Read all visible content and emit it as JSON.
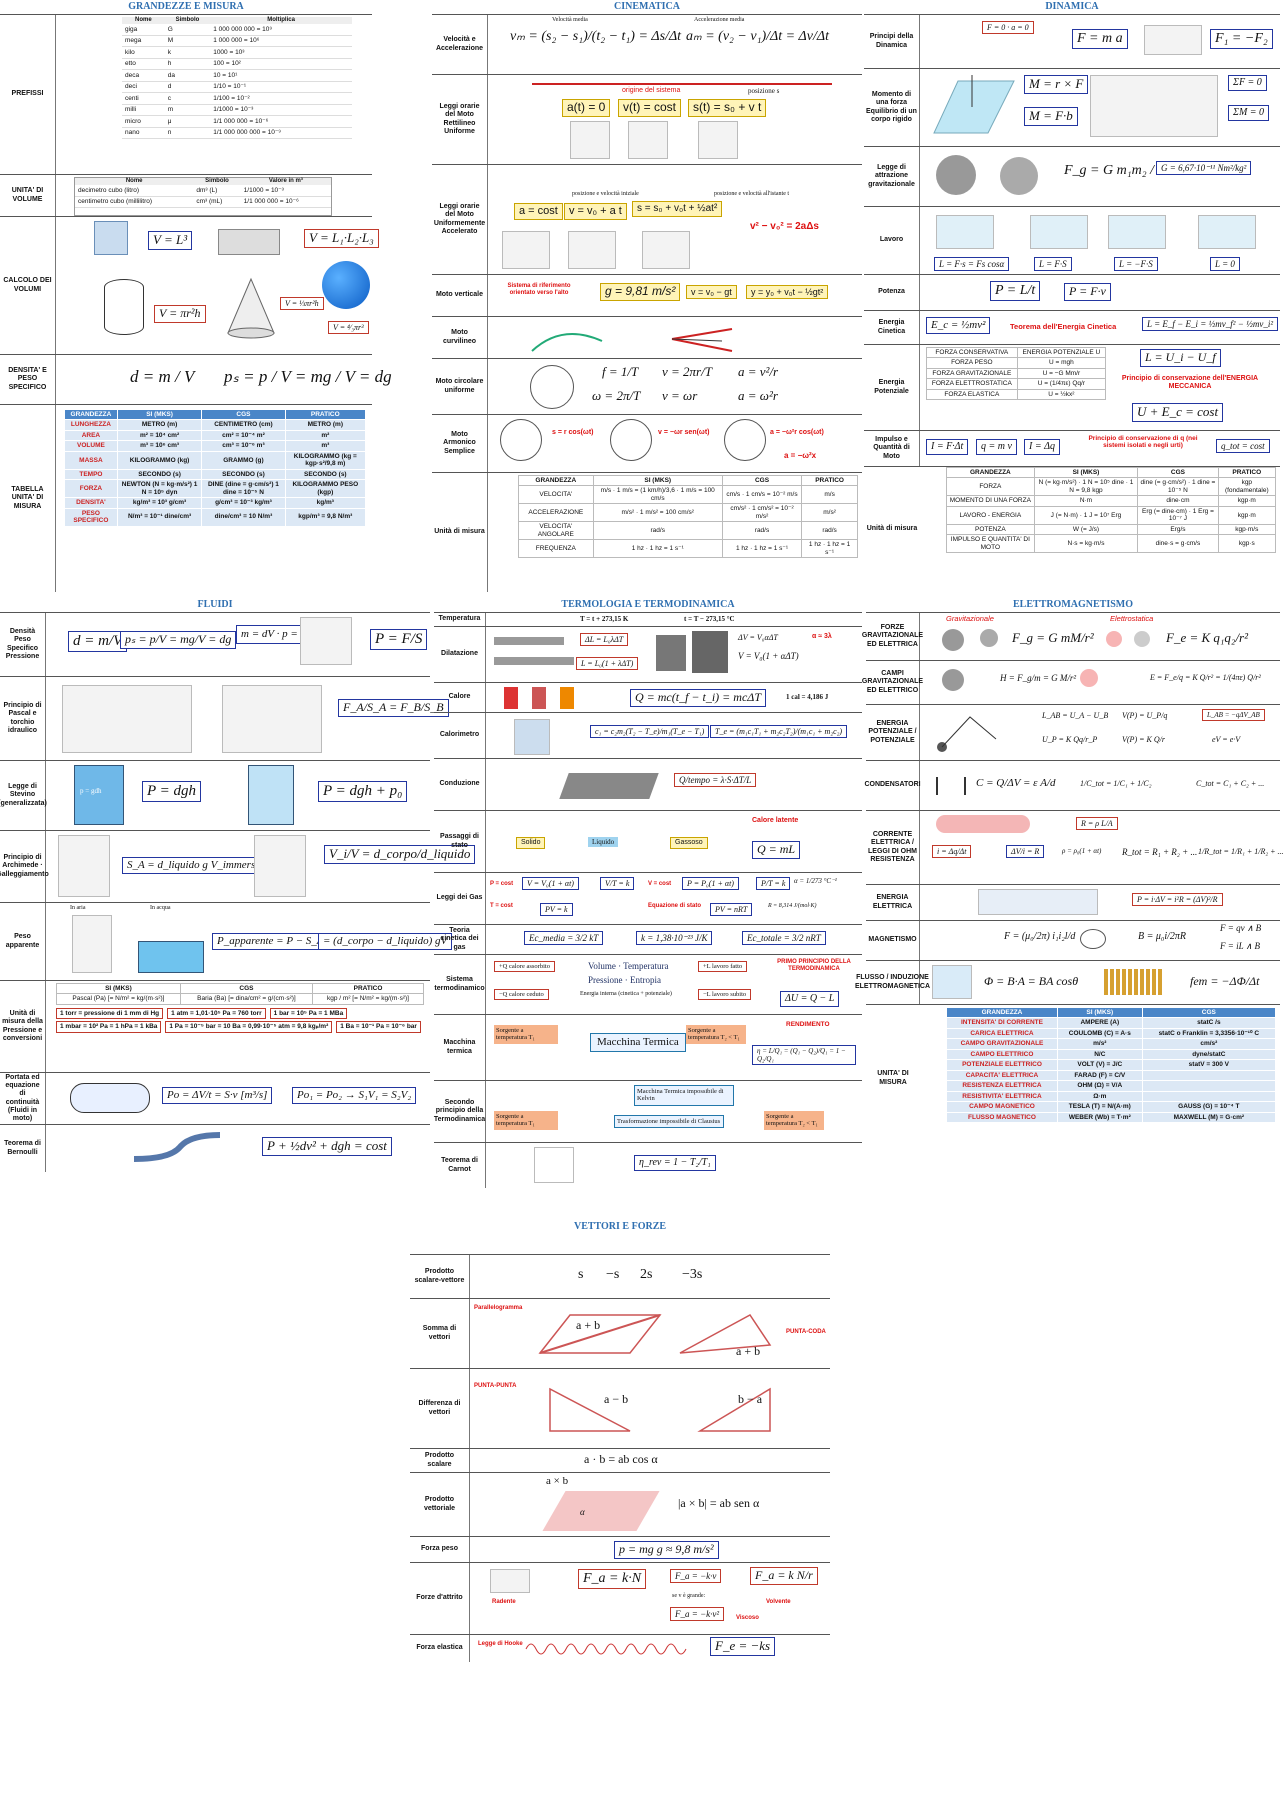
{
  "colors": {
    "title_blue": "#2f6fb0",
    "box_blue": "#2336a0",
    "highlight_red": "#d11",
    "table_header": "#4a86c8"
  },
  "grandezze": {
    "title": "GRANDEZZE E MISURA",
    "prefissi_label": "PREFISSI",
    "prefissi_headers": [
      "Nome",
      "Simbolo",
      "Moltiplica"
    ],
    "prefissi": [
      [
        "giga",
        "G",
        "1 000 000 000 = 10⁹"
      ],
      [
        "mega",
        "M",
        "1 000 000 = 10⁶"
      ],
      [
        "kilo",
        "k",
        "1000 = 10³"
      ],
      [
        "etto",
        "h",
        "100 = 10²"
      ],
      [
        "deca",
        "da",
        "10 = 10¹"
      ],
      [
        "deci",
        "d",
        "1/10 = 10⁻¹"
      ],
      [
        "centi",
        "c",
        "1/100 = 10⁻²"
      ],
      [
        "milli",
        "m",
        "1/1000 = 10⁻³"
      ],
      [
        "micro",
        "μ",
        "1/1 000 000 = 10⁻⁶"
      ],
      [
        "nano",
        "n",
        "1/1 000 000 000 = 10⁻⁹"
      ]
    ],
    "volume_label": "UNITA' DI VOLUME",
    "volume_headers": [
      "Nome",
      "Simbolo",
      "Valore in m³"
    ],
    "volume": [
      [
        "decimetro cubo (litro)",
        "dm³ (L)",
        "1/1000 = 10⁻³"
      ],
      [
        "centimetro cubo (millilitro)",
        "cm³ (mL)",
        "1/1 000 000 = 10⁻⁶"
      ]
    ],
    "calcolo_label": "CALCOLO DEI VOLUMI",
    "f_cube": "V = L³",
    "f_box": "V = L₁·L₂·L₃",
    "f_cyl": "V = πr²h",
    "f_cone": "V = ⅓πr²h",
    "f_sphere": "V = ⁴⁄₃πr³",
    "densita_label": "DENSITA' E PESO SPECIFICO",
    "f_dens": "d = m / V",
    "f_ps": "pₛ = p / V = mg / V = dg",
    "tabella_label": "TABELLA UNITA' DI MISURA",
    "tab_headers": [
      "GRANDEZZA",
      "SI (MKS)",
      "CGS",
      "PRATICO"
    ],
    "tab_rows": [
      [
        "LUNGHEZZA",
        "METRO (m)",
        "CENTIMETRO (cm)",
        "METRO (m)"
      ],
      [
        "AREA",
        "m² = 10⁴ cm²",
        "cm² = 10⁻⁴ m²",
        "m²"
      ],
      [
        "VOLUME",
        "m³ = 10⁶ cm³",
        "cm³ = 10⁻⁶ m³",
        "m³"
      ],
      [
        "MASSA",
        "KILOGRAMMO (kg)",
        "GRAMMO (g)",
        "KILOGRAMMO (kg = kgp·s²/9,8 m)"
      ],
      [
        "TEMPO",
        "SECONDO (s)",
        "SECONDO (s)",
        "SECONDO (s)"
      ],
      [
        "FORZA",
        "NEWTON (N = kg·m/s²) 1 N = 10⁵ dyn",
        "DINE (dine = g·cm/s²) 1 dine = 10⁻⁵ N",
        "KILOGRAMMO PESO (kgp)"
      ],
      [
        "DENSITA'",
        "kg/m³ = 10³ g/cm³",
        "g/cm³ = 10⁻³ kg/m³",
        "kg/m³"
      ],
      [
        "PESO SPECIFICO",
        "N/m³ = 10⁻¹ dine/cm³",
        "dine/cm³ = 10 N/m³",
        "kgp/m³ = 9,8 N/m³"
      ]
    ]
  },
  "cinematica": {
    "title": "CINEMATICA",
    "rows": [
      "Velocità e Accelerazione",
      "Leggi orarie del Moto Rettilineo Uniforme",
      "Leggi orarie del Moto Uniformemente Accelerato",
      "Moto verticale",
      "Moto curvilineo",
      "Moto circolare uniforme",
      "Moto Armonico Semplice",
      "Unità di misura"
    ],
    "vel_caption": "Velocità media",
    "acc_caption": "Accelerazione media",
    "f_vm": "vₘ = (s₂ − s₁)/(t₂ − t₁) = Δs/Δt",
    "f_am": "aₘ = (v₂ − v₁)/Δt = Δv/Δt",
    "origine": "origine del sistema",
    "posizione": "posizione s",
    "mru": [
      "a(t) = 0",
      "v(t) = cost",
      "s(t) = s₀ + v t"
    ],
    "mua_top": [
      "posizione e velocità iniziale",
      "posizione e velocità all'istante t"
    ],
    "mua": [
      "a = cost",
      "v = v₀ + a t",
      "s = s₀ + v₀t + ½at²"
    ],
    "mua_extra": "v² − v₀² = 2aΔs",
    "vert_note": "Sistema di riferimento orientato verso l'alto",
    "vert": [
      "g = 9,81 m/s²",
      "v = v₀ − gt",
      "y = y₀ + v₀t − ½gt²"
    ],
    "circ": [
      "f = 1/T",
      "v = 2πr/T",
      "a = v²/r",
      "ω = 2π/T",
      "v = ωr",
      "a = ω²r"
    ],
    "arm": [
      "s = r cos(ωt)",
      "v = −ωr sen(ωt)",
      "a = −ω²r cos(ωt)",
      "a = −ω²x"
    ],
    "um_headers": [
      "GRANDEZZA",
      "SI (MKS)",
      "CGS",
      "PRATICO"
    ],
    "um_rows": [
      [
        "VELOCITA'",
        "m/s · 1 m/s = (1 km/h)/3,6 · 1 m/s = 100 cm/s",
        "cm/s · 1 cm/s = 10⁻² m/s",
        "m/s"
      ],
      [
        "ACCELERAZIONE",
        "m/s² · 1 m/s² = 100 cm/s²",
        "cm/s² · 1 cm/s² = 10⁻² m/s²",
        "m/s²"
      ],
      [
        "VELOCITA' ANGOLARE",
        "rad/s",
        "rad/s",
        "rad/s"
      ],
      [
        "FREQUENZA",
        "1 hz · 1 hz = 1 s⁻¹",
        "1 hz · 1 hz = 1 s⁻¹",
        "1 hz · 1 hz = 1 s⁻¹"
      ]
    ]
  },
  "dinamica": {
    "title": "DINAMICA",
    "rows": [
      "Principi della Dinamica",
      "Momento di una forza Equilibrio di un corpo rigido",
      "Legge di attrazione gravitazionale",
      "Lavoro",
      "Potenza",
      "Energia Cinetica",
      "Energia Potenziale",
      "Impulso e Quantità di Moto",
      "Unità di misura"
    ],
    "principi": [
      "F = 0 · a = 0",
      "F = m a",
      "F₁ = −F₂"
    ],
    "momento": [
      "M = r × F",
      "M = F·b",
      "ΣF = 0",
      "ΣM = 0"
    ],
    "grav": [
      "F_g = G m₁m₂ / r²",
      "G = 6,67·10⁻¹¹ Nm²/kg²"
    ],
    "lavoro": [
      "L = F·s = Fs cosα",
      "L = F·S",
      "L = −F·S",
      "L = 0"
    ],
    "potenza": [
      "P = L/t",
      "P = F·v"
    ],
    "cinetica": [
      "E_c = ½mv²",
      "Teorema dell'Energia Cinetica",
      "L = E_f − E_i = ½mv_f² − ½mv_i²"
    ],
    "pot_list": [
      [
        "FORZA CONSERVATIVA",
        "ENERGIA POTENZIALE U"
      ],
      [
        "FORZA PESO",
        "U = mgh"
      ],
      [
        "FORZA GRAVITAZIONALE",
        "U = −G Mm/r"
      ],
      [
        "FORZA ELETTROSTATICA",
        "U = (1/4πε) Qq/r"
      ],
      [
        "FORZA ELASTICA",
        "U = ½kx²"
      ]
    ],
    "pot_eqs": [
      "L = U_i − U_f",
      "Principio di conservazione dell'ENERGIA MECCANICA",
      "U + E_c = cost"
    ],
    "impulso": [
      "I = F·Δt",
      "q = m v",
      "I = Δq",
      "Principio di conservazione di q (nei sistemi isolati e negli urti)",
      "q_tot = cost"
    ],
    "um_headers": [
      "GRANDEZZA",
      "SI (MKS)",
      "CGS",
      "PRATICO"
    ],
    "um_rows": [
      [
        "FORZA",
        "N (= kg·m/s²) · 1 N = 10⁵ dine · 1 N = 9,8 kgp",
        "dine (= g·cm/s²) · 1 dine = 10⁻⁵ N",
        "kgp (fondamentale)"
      ],
      [
        "MOMENTO DI UNA FORZA",
        "N·m",
        "dine·cm",
        "kgp·m"
      ],
      [
        "LAVORO - ENERGIA",
        "J (= N·m) · 1 J = 10⁷ Erg",
        "Erg (= dine·cm) · 1 Erg = 10⁻⁷ J",
        "kgp·m"
      ],
      [
        "POTENZA",
        "W (= J/s)",
        "Erg/s",
        "kgp·m/s"
      ],
      [
        "IMPULSO E QUANTITA' DI MOTO",
        "N·s = kg·m/s",
        "dine·s = g·cm/s",
        "kgp·s"
      ]
    ]
  },
  "fluidi": {
    "title": "FLUIDI",
    "rows": [
      "Densità Peso Specifico Pressione",
      "Principio di Pascal e torchio idraulico",
      "Legge di Stevino (generalizzata)",
      "Principio di Archimede · Galleggiamento",
      "Peso apparente",
      "Unità di misura della Pressione e conversioni",
      "Portata ed equazione di continuità (Fluidi in moto)",
      "Teorema di Bernoulli"
    ],
    "dens": [
      "d = m/V",
      "pₛ = p/V = mg/V = dg",
      "m = dV · p = dgV",
      "P = F/S"
    ],
    "pascal": "F_A/S_A = F_B/S_B",
    "stevino": [
      "P = dgh",
      "P = dgh + p₀"
    ],
    "stevino_fig": "p = gdh",
    "arch": [
      "S_A = d_liquido g V_immerso",
      "V_i/V = d_corpo/d_liquido"
    ],
    "peso_fig": [
      "In aria",
      "In acqua"
    ],
    "peso": [
      "P_apparente = P − S_A",
      "= (d_corpo − d_liquido) gV"
    ],
    "pres_headers": [
      "SI (MKS)",
      "CGS",
      "PRATICO"
    ],
    "pres_units": [
      "Pascal (Pa) [= N/m² = kg/(m·s²)]",
      "Baria (Ba) [= dina/cm² = g/(cm·s²)]",
      "kgp / m² [= N/m² = kg/(m·s²)]"
    ],
    "pres_conv": [
      "1 torr = pressione di 1 mm di Hg",
      "1 atm = 1,01·10⁵ Pa = 760 torr",
      "1 bar = 10⁵ Pa = 1 MBa",
      "1 mbar = 10² Pa = 1 hPa = 1 kBa",
      "1 Pa = 10⁻⁵ bar = 10 Ba = 0,99·10⁻⁵ atm = 9,8 kgₚ/m²",
      "1 Ba = 10⁻¹ Pa = 10⁻⁶ bar"
    ],
    "portata": [
      "Po = ΔV/t = S·v [m³/s]",
      "Po₁ = Po₂ → S₁V₁ = S₂V₂"
    ],
    "bern": "P + ½dv² + dgh = cost"
  },
  "termo": {
    "title": "TERMOLOGIA E TERMODINAMICA",
    "rows": [
      "Temperatura",
      "Dilatazione",
      "Calore",
      "Calorimetro",
      "Conduzione",
      "Passaggi di stato",
      "Leggi dei Gas",
      "Teoria cinetica dei gas",
      "Sistema termodinamico",
      "Macchina termica",
      "Secondo principio della Termodinamica",
      "Teorema di Carnot"
    ],
    "temp": [
      "T = t + 273,15 K",
      "t = T − 273,15 °C"
    ],
    "dil": [
      "ΔL = L₀λΔT",
      "L = L₀(1 + λΔT)",
      "ΔV = V₀αΔT",
      "V = V₀(1 + αΔT)",
      "α ≈ 3λ"
    ],
    "calore": [
      "Q = mc(t_f − t_i) = mcΔT",
      "1 cal = 4,186 J"
    ],
    "calorim": [
      "c₁ = c₂m₂(T₂ − T_e)/m₁(T_e − T₁)",
      "T_e = (m₁c₁T₁ + m₂c₂T₂)/(m₁c₁ + m₂c₂)"
    ],
    "cond": "Q/tempo = λ·S·ΔT/L",
    "stati": [
      "Solido",
      "Liquido",
      "Gassoso"
    ],
    "stati_red": "Calore latente",
    "stati_f": "Q = mL",
    "gas_notes": [
      "P = cost",
      "V = cost",
      "T = cost",
      "Equazione di stato"
    ],
    "gas": [
      "V = V₀(1 + αt)",
      "V/T = k",
      "P = P₀(1 + αt)",
      "P/T = k",
      "α = 1/273 °C⁻¹",
      "PV = k",
      "PV = nRT",
      "R = 8,314 J/(mol·K)"
    ],
    "cin": [
      "Ec_media = 3/2 kT",
      "k = 1,38·10⁻²³ J/K",
      "Ec_totale = 3/2 nRT"
    ],
    "sist": [
      "+Q calore assorbito",
      "−Q calore ceduto",
      "Volume · Temperatura",
      "Pressione · Entropia",
      "Energia interna (cinetica + potenziale)",
      "+L lavoro fatto",
      "−L lavoro subito",
      "PRIMO PRINCIPIO DELLA TERMODINAMICA",
      "ΔU = Q − L"
    ],
    "macch": [
      "Sorgente a temperatura T₁",
      "Macchina Termica",
      "Sorgente a temperatura T₂ < T₁",
      "RENDIMENTO",
      "η = L/Q₁ = (Q₁ − Q₂)/Q₁ = 1 − Q₂/Q₁"
    ],
    "secondo": [
      "Macchina Termica impossibile di Kelvin",
      "Sorgente a temperatura T₁",
      "Trasformazione impossibile di Clausius",
      "Sorgente a temperatura T₂ < T₁"
    ],
    "carnot": "η_rev = 1 − T₂/T₁"
  },
  "elettro": {
    "title": "ELETTROMAGNETISMO",
    "rows": [
      "FORZE GRAVITAZIONALE ED ELETTRICA",
      "CAMPI GRAVITAZIONALE ED ELETTRICO",
      "ENERGIA POTENZIALE / POTENZIALE",
      "CONDENSATORI",
      "CORRENTE ELETTRICA / LEGGI DI OHM RESISTENZA",
      "ENERGIA ELETTRICA",
      "MAGNETISMO",
      "FLUSSO / INDUZIONE ELETTROMAGNETICA",
      "UNITA' DI MISURA"
    ],
    "labels": [
      "Gravitazionale",
      "Elettrostatica"
    ],
    "forze": [
      "F_g = G mM/r²",
      "F_e = K q₁q₂/r²"
    ],
    "campi": [
      "H = F_g/m = G M/r²",
      "E = F_e/q = K Q/r² = 1/(4πε) Q/r²"
    ],
    "pot": [
      "L_AB = U_A − U_B",
      "V(P) = U_P/q",
      "L_AB = −qΔV_AB",
      "U_P = K Qq/r_P",
      "V(P) = K Q/r",
      "eV = e·V"
    ],
    "cond": [
      "C = Q/ΔV = ε A/d",
      "1/C_tot = 1/C₁ + 1/C₂",
      "C_tot = C₁ + C₂ + ..."
    ],
    "corr": [
      "i = Δq/Δt",
      "ΔV/i = R",
      "R = ρ L/A",
      "ρ = ρ₀(1 + αt)",
      "R_tot = R₁ + R₂ + ...",
      "1/R_tot = 1/R₁ + 1/R₂ + ..."
    ],
    "energia": "P = i·ΔV = i²R = (ΔV)²/R",
    "magn": [
      "F = (μ₀/2π) i₁i₂l/d",
      "B = μ₀i/2πR",
      "F = qv ∧ B",
      "F = iL ∧ B"
    ],
    "flusso": [
      "Φ = B·A = BA cosθ",
      "fem = −ΔΦ/Δt"
    ],
    "um_headers": [
      "GRANDEZZA",
      "SI (MKS)",
      "CGS"
    ],
    "um_rows": [
      [
        "INTENSITA' DI CORRENTE",
        "AMPERE (A)",
        "statC /s"
      ],
      [
        "CARICA ELETTRICA",
        "COULOMB (C) = A·s",
        "statC o Franklin = 3,3356·10⁻¹⁰ C"
      ],
      [
        "CAMPO GRAVITAZIONALE",
        "m/s²",
        "cm/s²"
      ],
      [
        "CAMPO ELETTRICO",
        "N/C",
        "dyne/statC"
      ],
      [
        "POTENZIALE ELETTRICO",
        "VOLT (V) = J/C",
        "statV = 300 V"
      ],
      [
        "CAPACITA' ELETTRICA",
        "FARAD (F) = C/V",
        ""
      ],
      [
        "RESISTENZA ELETTRICA",
        "OHM (Ω) = V/A",
        ""
      ],
      [
        "RESISTIVITA' ELETTRICA",
        "Ω·m",
        ""
      ],
      [
        "CAMPO MAGNETICO",
        "TESLA (T) = N/(A·m)",
        "GAUSS (G) = 10⁻⁴ T"
      ],
      [
        "FLUSSO MAGNETICO",
        "WEBER (Wb) = T·m²",
        "MAXWELL (M) = G·cm²"
      ]
    ]
  },
  "vettori": {
    "title": "VETTORI E FORZE",
    "rows": [
      "Prodotto scalare-vettore",
      "Somma di vettori",
      "Differenza di vettori",
      "Prodotto scalare",
      "Prodotto vettoriale",
      "Forza peso",
      "Forze d'attrito",
      "Forza elastica"
    ],
    "scal": [
      "s",
      "−s",
      "2s",
      "−3s"
    ],
    "somma": [
      "Parallelogramma",
      "PUNTA-CODA"
    ],
    "somma_lbl": [
      "a + b",
      "a + b"
    ],
    "diff": [
      "PUNTA-PUNTA"
    ],
    "diff_lbl": [
      "a − b",
      "b − a"
    ],
    "ab": [
      "a",
      "b"
    ],
    "pscal": "a · b = ab cos α",
    "pvett": [
      "a × b",
      "|a × b| = ab sen α",
      "α"
    ],
    "peso": "p = mg   g ≈ 9,8 m/s²",
    "attr": [
      "F_a = k·N",
      "Radente",
      "F_a = k N/r",
      "Volvente",
      "F_a = −k·v",
      "se v è grande:",
      "F_a = −k·v²",
      "Viscoso"
    ],
    "elast": [
      "Legge di Hooke",
      "F_e = −ks"
    ]
  }
}
